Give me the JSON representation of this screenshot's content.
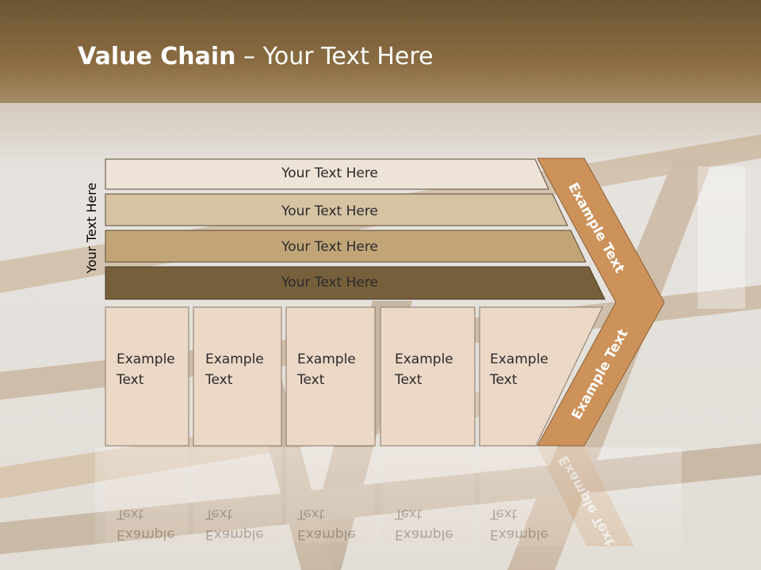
{
  "slide": {
    "title_bold": "Value Chain",
    "title_rest": " – Your Text Here",
    "side_label": "Your Text Here"
  },
  "bands": [
    {
      "label": "Your Text Here",
      "color": "#ede3d6"
    },
    {
      "label": "Your Text Here",
      "color": "#d6c3a3"
    },
    {
      "label": "Your Text Here",
      "color": "#c2a577"
    },
    {
      "label": "Your Text Here",
      "color": "#765f3b"
    }
  ],
  "boxes": [
    {
      "line1": "Example",
      "line2": "Text"
    },
    {
      "line1": "Example",
      "line2": "Text"
    },
    {
      "line1": "Example",
      "line2": "Text"
    },
    {
      "line1": "Example",
      "line2": "Text"
    },
    {
      "line1": "Example",
      "line2": "Text"
    }
  ],
  "chevron": {
    "upper_label": "Example Text",
    "lower_label": "Example Text",
    "color": "#cd925a"
  },
  "colors": {
    "box_fill": "#ecd8c6",
    "header_brown": "#7a6033",
    "accent_orange": "#cd925a"
  }
}
